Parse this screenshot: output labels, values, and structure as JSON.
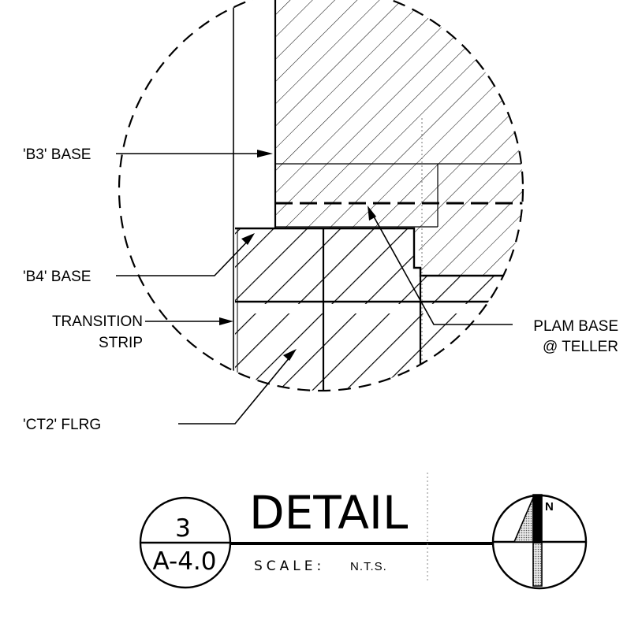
{
  "callouts": {
    "b3_base": "'B3' BASE",
    "b4_base": "'B4' BASE",
    "transition_line1": "TRANSITION",
    "transition_line2": "STRIP",
    "plam_line1": "PLAM BASE",
    "plam_line2": "@ TELLER",
    "ct2_flrg": "'CT2' FLRG"
  },
  "title_block": {
    "title": "DETAIL",
    "scale_label": "SCALE:",
    "scale_value": "N.T.S.",
    "detail_number": "3",
    "sheet_number": "A-4.0",
    "north_label": "N"
  }
}
